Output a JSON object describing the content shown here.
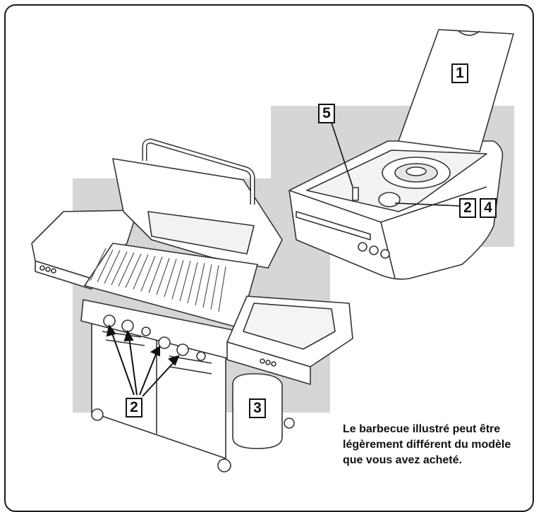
{
  "diagram": {
    "callouts": {
      "lid": "1",
      "burner_knob": "2",
      "burner_knobs_main": "2",
      "tank": "3",
      "igniter_or_valve": "4",
      "igniter": "5"
    },
    "note": "Le barbecue illustré peut être légèrement différent du modèle que vous avez acheté.",
    "colors": {
      "frame": "#1a1a1a",
      "panel": "#d6d6d6",
      "line": "#333333"
    }
  }
}
